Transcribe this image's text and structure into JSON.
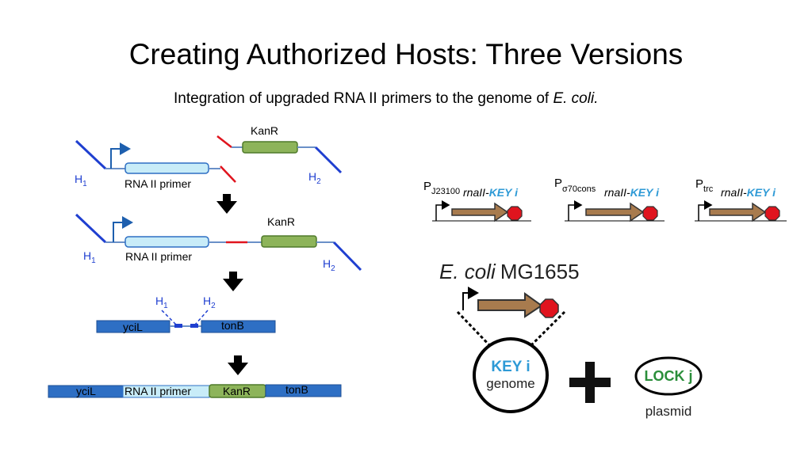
{
  "title": "Creating Authorized Hosts: Three Versions",
  "subtitle": {
    "text": "Integration of upgraded RNA II primers to the genome of",
    "organism": "E. coli."
  },
  "left_panel": {
    "kanr": "KanR",
    "h1": "H",
    "h2": "H",
    "h1_sub": "1",
    "h2_sub": "2",
    "rna_ii_primer": "RNA II primer",
    "yciL": "yciL",
    "tonB": "tonB"
  },
  "constructs": [
    {
      "promoter": "P",
      "promoter_sub": "J23100",
      "gene": "rnaII-",
      "key": "KEY i"
    },
    {
      "promoter": "P",
      "promoter_sub": "σ70cons",
      "gene": "rnaII-",
      "key": "KEY i"
    },
    {
      "promoter": "P",
      "promoter_sub": "trc",
      "gene": "rnaII-",
      "key": "KEY i"
    }
  ],
  "right_panel": {
    "strain_italic": "E. coli",
    "strain_name": "MG1655",
    "genome_key": "KEY i",
    "genome_label": "genome",
    "plus": "+",
    "plasmid_lock": "LOCK j",
    "plasmid_label": "plasmid"
  },
  "colors": {
    "homology_arm": "#1f3fd0",
    "kanr_fill": "#8db45a",
    "rna_primer_fill": "#c8ecf8",
    "genome_bar": "#2e6fc4",
    "gene_arrow": "#a87b4e",
    "terminator": "#e0141e",
    "key_blue": "#2e9ad6",
    "lock_green": "#2a8e3a"
  }
}
